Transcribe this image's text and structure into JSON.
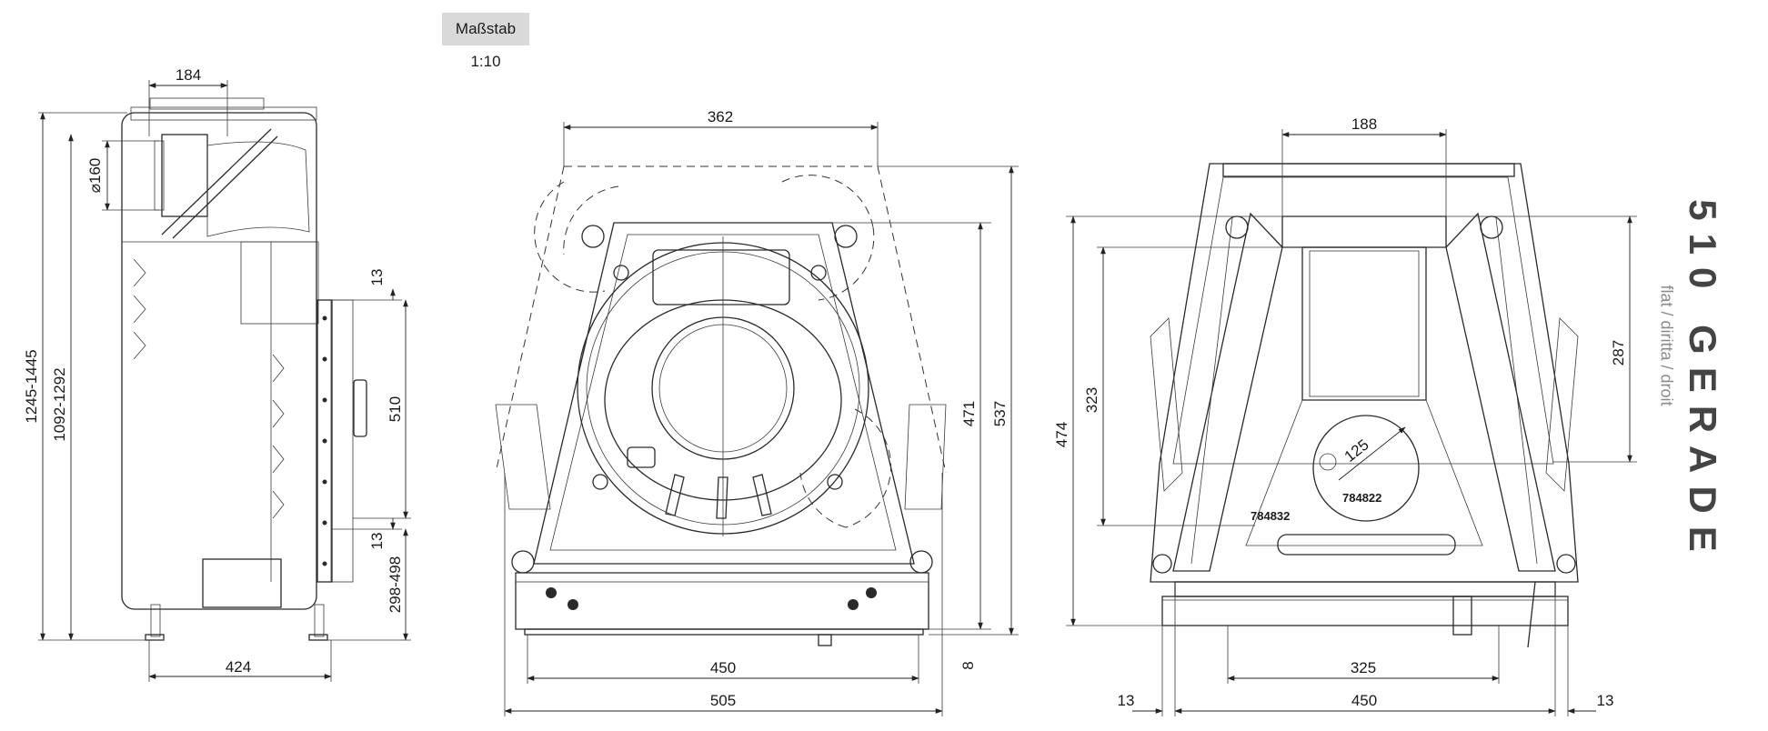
{
  "scale_label": "Maßstab 1:10",
  "title": {
    "model": "510 GERADE",
    "subtitle": "flat / diritta / droit"
  },
  "side_view": {
    "dims": {
      "top_width": "184",
      "overall_height": "1245-1445",
      "body_height": "1092-1292",
      "flue_diameter": "⌀160",
      "door_top_gap": "13",
      "door_height": "510",
      "door_bottom_gap": "13",
      "feet_height": "298-498",
      "depth": "424"
    }
  },
  "front_view": {
    "dims": {
      "top_width": "362",
      "height_inner": "471",
      "height_outer": "537",
      "base_inner_width": "450",
      "base_outer_width": "505",
      "bottom_offset": "8"
    }
  },
  "rear_view": {
    "dims": {
      "top_width": "188",
      "left_outer_height": "474",
      "left_inner_height": "323",
      "right_height": "287",
      "opening_diameter": "125",
      "base_inner_width": "325",
      "base_outer_width": "450",
      "left_margin": "13",
      "right_margin": "13"
    },
    "part_numbers": [
      "784822",
      "784832"
    ]
  }
}
